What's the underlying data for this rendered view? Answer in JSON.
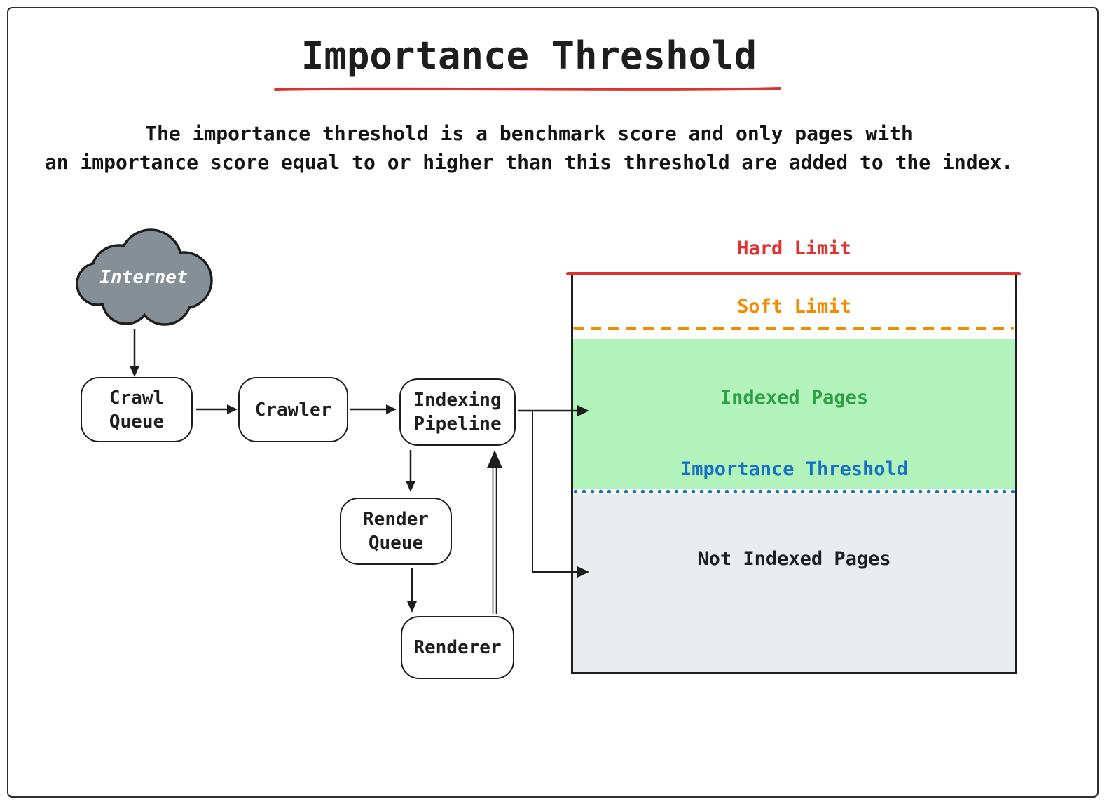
{
  "page": {
    "title": "Importance Threshold",
    "description_line1": "The importance threshold is a benchmark score and only pages with",
    "description_line2": "an importance score equal to or higher than this threshold are added to the index."
  },
  "flowchart": {
    "internet": "Internet",
    "crawl_queue": "Crawl Queue",
    "crawler": "Crawler",
    "indexing_pipeline": "Indexing Pipeline",
    "render_queue": "Render Queue",
    "renderer": "Renderer"
  },
  "index_diagram": {
    "hard_limit": "Hard Limit",
    "soft_limit": "Soft Limit",
    "indexed_pages": "Indexed Pages",
    "importance_threshold": "Importance Threshold",
    "not_indexed_pages": "Not Indexed Pages"
  },
  "colors": {
    "hard_limit_red": "#e03131",
    "soft_limit_orange": "#f08c00",
    "indexed_green_text": "#2f9e44",
    "indexed_green_fill": "#b2f2bb",
    "threshold_blue": "#1971c2",
    "not_indexed_gray_fill": "#e9ecef",
    "cloud_gray": "#868e96",
    "stroke_dark": "#1e1e1e",
    "title_underline_red": "#e03131"
  }
}
